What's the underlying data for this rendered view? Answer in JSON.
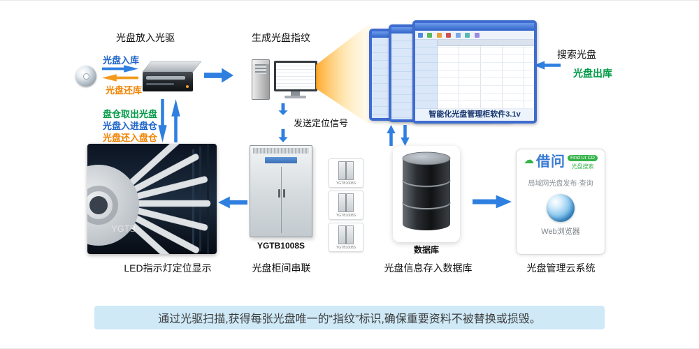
{
  "flow": {
    "step1_title": "光盘放入光驱",
    "step2_title": "生成光盘指纹",
    "disc_in": "光盘入库",
    "disc_return": "光盘还库",
    "bay_out": "盘仓取出光盘",
    "bay_in": "光盘入进盘仓",
    "bay_return": "光盘还入盘仓",
    "send_signal": "发送定位信号",
    "search": "搜索光盘",
    "disc_out": "光盘出库",
    "software_name": "智能化光盘管理柜软件3.1v"
  },
  "stations": {
    "led": {
      "caption": "LED指示灯定位显示",
      "watermark": "YGTB"
    },
    "cabinet": {
      "model": "YGTB1008S",
      "caption": "光盘柜间串联",
      "mini": [
        {
          "label": "YGTB1008S"
        },
        {
          "label": "YGTB1008S"
        },
        {
          "label": "YGTB1008S"
        }
      ]
    },
    "database": {
      "label": "数据库",
      "caption": "光盘信息存入数据库"
    },
    "cloud": {
      "brand": "借问",
      "badge": "Find Ur CD",
      "badge_sub": "光盘搜索",
      "line1": "局域网光盘发布·查询",
      "line2": "Web浏览器",
      "caption": "光盘管理云系统"
    }
  },
  "banner": {
    "text": "通过光驱扫描,获得每张光盘唯一的“指纹”标识,确保重要资料不被替换或损毁。"
  },
  "colors": {
    "arrow_blue": "#2e7fe0",
    "arrow_orange": "#f39a1e",
    "text_blue": "#1b63c8",
    "text_green": "#009a46",
    "text_orange": "#f08300",
    "banner_bg": "#cfe9f7",
    "monitor_frame": "#3f6cd0",
    "brand_green": "#35b34a",
    "brand_blue": "#3a7bd5"
  }
}
